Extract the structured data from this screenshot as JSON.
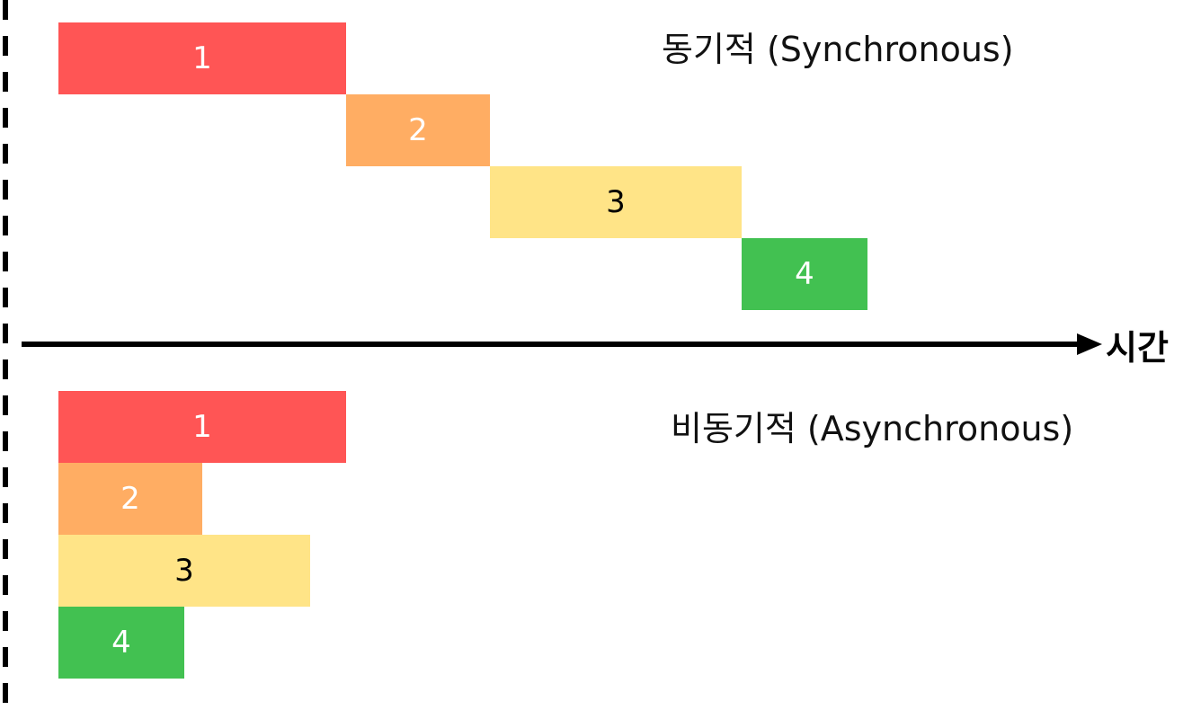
{
  "colors": {
    "task_1": "#ff5555",
    "task_2": "#ffad63",
    "task_3": "#ffe487",
    "task_4": "#42c151"
  },
  "axis": {
    "label": "시간"
  },
  "sync": {
    "title": "동기적 (Synchronous)",
    "tasks": [
      {
        "label": "1",
        "color": "task_1"
      },
      {
        "label": "2",
        "color": "task_2"
      },
      {
        "label": "3",
        "color": "task_3"
      },
      {
        "label": "4",
        "color": "task_4"
      }
    ]
  },
  "async": {
    "title": "비동기적 (Asynchronous)",
    "tasks": [
      {
        "label": "1",
        "color": "task_1"
      },
      {
        "label": "2",
        "color": "task_2"
      },
      {
        "label": "3",
        "color": "task_3"
      },
      {
        "label": "4",
        "color": "task_4"
      }
    ]
  }
}
